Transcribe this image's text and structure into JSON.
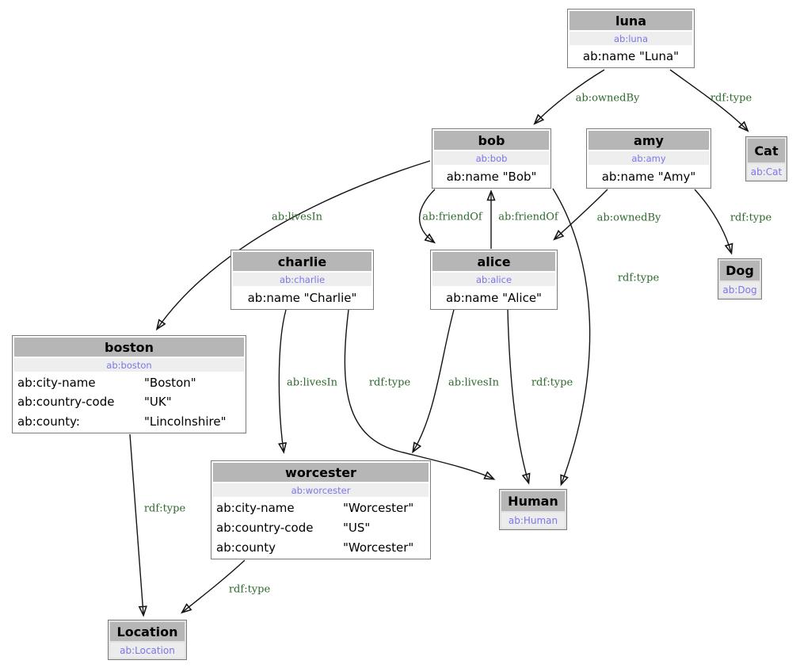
{
  "colors": {
    "node_title_bg": "#b6b6b6",
    "node_uri_bg": "#eeeeee",
    "class_node_bg": "#e2e2e2",
    "node_border": "#7b7b7b",
    "uri_text": "#7b76e9",
    "edge_label_text": "#2d682d",
    "edge_stroke": "#141414"
  },
  "nodes": {
    "luna": {
      "title": "luna",
      "uri": "ab:luna",
      "prop": "ab:name \"Luna\""
    },
    "bob": {
      "title": "bob",
      "uri": "ab:bob",
      "prop": "ab:name \"Bob\""
    },
    "amy": {
      "title": "amy",
      "uri": "ab:amy",
      "prop": "ab:name \"Amy\""
    },
    "charlie": {
      "title": "charlie",
      "uri": "ab:charlie",
      "prop": "ab:name \"Charlie\""
    },
    "alice": {
      "title": "alice",
      "uri": "ab:alice",
      "prop": "ab:name \"Alice\""
    },
    "cat": {
      "title": "Cat",
      "uri": "ab:Cat"
    },
    "dog": {
      "title": "Dog",
      "uri": "ab:Dog"
    },
    "human": {
      "title": "Human",
      "uri": "ab:Human"
    },
    "location": {
      "title": "Location",
      "uri": "ab:Location"
    },
    "boston": {
      "title": "boston",
      "uri": "ab:boston",
      "rows": [
        {
          "k": "ab:city-name",
          "v": "\"Boston\""
        },
        {
          "k": "ab:country-code",
          "v": "\"UK\""
        },
        {
          "k": "ab:county:",
          "v": "\"Lincolnshire\""
        }
      ]
    },
    "worcester": {
      "title": "worcester",
      "uri": "ab:worcester",
      "rows": [
        {
          "k": "ab:city-name",
          "v": "\"Worcester\""
        },
        {
          "k": "ab:country-code",
          "v": "\"US\""
        },
        {
          "k": "ab:county",
          "v": "\"Worcester\""
        }
      ]
    }
  },
  "edges": [
    {
      "from": "luna",
      "to": "bob",
      "label": "ab:ownedBy"
    },
    {
      "from": "luna",
      "to": "Cat",
      "label": "rdf:type"
    },
    {
      "from": "bob",
      "to": "boston",
      "label": "ab:livesIn"
    },
    {
      "from": "bob",
      "to": "alice",
      "label": "ab:friendOf"
    },
    {
      "from": "alice",
      "to": "bob",
      "label": "ab:friendOf"
    },
    {
      "from": "amy",
      "to": "alice",
      "label": "ab:ownedBy"
    },
    {
      "from": "amy",
      "to": "Dog",
      "label": "rdf:type"
    },
    {
      "from": "bob",
      "to": "Human",
      "label": "rdf:type"
    },
    {
      "from": "charlie",
      "to": "worcester",
      "label": "ab:livesIn"
    },
    {
      "from": "charlie",
      "to": "Human",
      "label": "rdf:type"
    },
    {
      "from": "alice",
      "to": "worcester",
      "label": "ab:livesIn"
    },
    {
      "from": "alice",
      "to": "Human",
      "label": "rdf:type"
    },
    {
      "from": "boston",
      "to": "Location",
      "label": "rdf:type"
    },
    {
      "from": "worcester",
      "to": "Location",
      "label": "rdf:type"
    }
  ]
}
